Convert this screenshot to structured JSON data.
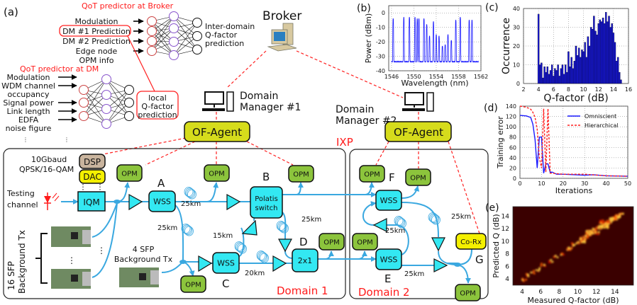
{
  "panel_labels": {
    "a": "(a)",
    "b": "(b)",
    "c": "(c)",
    "d": "(d)",
    "e": "(e)"
  },
  "broker_predictor": {
    "title": "QoT predictor at Broker",
    "inputs": [
      "Modulation",
      "DM #1 Prediction",
      "DM #2 Prediction",
      "Edge node",
      "OPM info"
    ],
    "output": [
      "Inter-domain",
      "Q-factor",
      "prediction"
    ]
  },
  "dm_predictor": {
    "title": "QoT predictor at DM",
    "inputs": [
      "Modulation",
      "WDM channel",
      "occupancy",
      "Signal power",
      "Link length",
      "EDFA",
      "noise figure"
    ],
    "output": [
      "local",
      "Q-factor",
      "prediction"
    ],
    "more": "⋮"
  },
  "broker": {
    "label": "Broker",
    "icon": "computer-icon"
  },
  "domain_manager_1": {
    "line1": "Domain",
    "line2": "Manager #1",
    "icon": "computer-icon"
  },
  "domain_manager_2": {
    "line1": "Domain",
    "line2": "Manager #2",
    "icon": "computer-icon"
  },
  "of_agent": "OF-Agent",
  "ixp": "IXP",
  "domain1": "Domain 1",
  "domain2": "Domain 2",
  "transmitter": {
    "format_line1": "10Gbaud",
    "format_line2": "QPSK/16-QAM",
    "dsp": "DSP",
    "dac": "DAC",
    "iqm": "IQM",
    "testing_line1": "Testing",
    "testing_line2": "channel",
    "sfp16_line1": "16 SFP",
    "sfp16_line2": "Background Tx",
    "sfp4_line1": "4 SFP",
    "sfp4_line2": "Background Tx",
    "dots": "⋮"
  },
  "nodes": {
    "A": "A",
    "B": "B",
    "C": "C",
    "D": "D",
    "E": "E",
    "F": "F",
    "G": "G"
  },
  "devices": {
    "wss": "WSS",
    "opm": "OPM",
    "polatis_line1": "Polatis",
    "polatis_line2": "switch",
    "coupler": "2x1",
    "corx": "Co-Rx"
  },
  "spans": {
    "ab": "25km",
    "ac": "25km",
    "bd": "25km",
    "cb": "15km",
    "cd": "20km",
    "ef": "25km",
    "eg": "25km",
    "fg": "25km"
  },
  "colors": {
    "fiber": "#3aa8e0",
    "control": "#ff2020",
    "device": "#33e8f2",
    "opm": "#8cc43c",
    "agent": "#d6dc1c",
    "dac": "#f4f000",
    "dsp": "#c9b49e",
    "series_blue": "#1a1aff",
    "series_red": "#ff2020"
  },
  "chart_data": [
    {
      "id": "b",
      "type": "line",
      "xlabel": "Wavelength (nm)",
      "ylabel": "Power (dBm)",
      "xlim": [
        1545.5,
        1562
      ],
      "ylim": [
        -40,
        5
      ],
      "xticks": [
        1546,
        1550,
        1554,
        1558,
        1562
      ],
      "yticks": [
        0,
        -10,
        -20,
        -30,
        -40
      ],
      "grid": true,
      "baseline_dBm": -34,
      "peaks": [
        [
          1546.3,
          -4
        ],
        [
          1548.2,
          -3
        ],
        [
          1549.2,
          -3
        ],
        [
          1550.2,
          -3
        ],
        [
          1550.6,
          -4
        ],
        [
          1550.9,
          -4
        ],
        [
          1551.8,
          -4
        ],
        [
          1552.3,
          -8
        ],
        [
          1552.8,
          -16
        ],
        [
          1553.5,
          -6
        ],
        [
          1554.0,
          -15
        ],
        [
          1554.5,
          -16
        ],
        [
          1555.1,
          -23
        ],
        [
          1555.6,
          -22
        ],
        [
          1556.1,
          -15
        ],
        [
          1556.7,
          -19
        ],
        [
          1557.5,
          -5
        ],
        [
          1558.3,
          -3
        ],
        [
          1559.9,
          -5
        ],
        [
          1560.4,
          -5
        ]
      ]
    },
    {
      "id": "c",
      "type": "bar",
      "xlabel": "Q-factor (dB)",
      "ylabel": "Occurrence",
      "xlim": [
        2,
        16
      ],
      "ylim": [
        0,
        40
      ],
      "xticks": [
        2,
        4,
        6,
        8,
        10,
        12,
        14,
        16
      ],
      "yticks": [
        0,
        10,
        20,
        30,
        40
      ],
      "grid": true,
      "bin_start": 3.9,
      "bin_width": 0.2,
      "values": [
        37,
        10,
        11,
        3,
        9,
        6,
        9,
        5,
        7,
        10,
        4,
        8,
        7,
        10,
        4,
        8,
        10,
        5,
        10,
        6,
        17,
        9,
        14,
        8,
        12,
        20,
        15,
        19,
        14,
        18,
        17,
        22,
        14,
        25,
        20,
        30,
        29,
        36,
        28,
        26,
        32,
        34,
        33,
        35,
        32,
        38,
        33,
        36,
        30,
        32,
        27,
        22,
        12,
        14,
        6,
        2
      ]
    },
    {
      "id": "d",
      "type": "line",
      "xlabel": "Iterations",
      "ylabel": "Training error",
      "xlim": [
        0,
        50
      ],
      "ylim": [
        0,
        140
      ],
      "xticks": [
        0,
        10,
        20,
        30,
        40,
        50
      ],
      "yticks": [
        0,
        20,
        40,
        60,
        80,
        100,
        120,
        140
      ],
      "grid": true,
      "legend": "top-right",
      "series": [
        {
          "name": "Omniscient",
          "style": "solid",
          "x": [
            0,
            3,
            5,
            6,
            7,
            8,
            9,
            10,
            11,
            12,
            13,
            14,
            15,
            17,
            20,
            30,
            34,
            40,
            50
          ],
          "y": [
            122,
            121,
            118,
            105,
            75,
            20,
            80,
            80,
            10,
            28,
            28,
            12,
            12,
            8,
            8,
            6,
            7,
            5,
            4
          ]
        },
        {
          "name": "Hierarchical",
          "style": "dashed",
          "x": [
            0,
            3,
            5,
            6,
            7,
            8,
            9,
            10,
            11,
            12,
            13,
            14,
            15,
            17,
            20,
            30,
            40,
            50
          ],
          "y": [
            140,
            138,
            134,
            128,
            118,
            95,
            40,
            20,
            135,
            12,
            135,
            10,
            10,
            9,
            8,
            8,
            5,
            4
          ]
        }
      ]
    },
    {
      "id": "e",
      "type": "heatmap",
      "xlabel": "Measured Q-factor (dB)",
      "ylabel": "Predicted Q (dB)",
      "xlim": [
        3,
        16
      ],
      "ylim": [
        3,
        15.5
      ],
      "xticks": [
        4,
        6,
        8,
        10,
        12,
        14
      ],
      "yticks": [
        4,
        6,
        8,
        10,
        12,
        14
      ],
      "points": [
        [
          4.0,
          4.0
        ],
        [
          4.1,
          4.2
        ],
        [
          4.6,
          4.7
        ],
        [
          5.1,
          5.2
        ],
        [
          5.6,
          5.6
        ],
        [
          6.2,
          6.3
        ],
        [
          7.0,
          7.0
        ],
        [
          7.6,
          7.6
        ],
        [
          8.2,
          8.2
        ],
        [
          8.7,
          8.8
        ],
        [
          9.0,
          9.0
        ],
        [
          9.5,
          9.6
        ],
        [
          10.0,
          10.0
        ],
        [
          10.4,
          10.6
        ],
        [
          10.8,
          10.9
        ],
        [
          11.2,
          11.3
        ],
        [
          11.5,
          11.6
        ],
        [
          11.8,
          11.9
        ],
        [
          12.1,
          12.3
        ],
        [
          12.4,
          12.4
        ],
        [
          12.7,
          12.7
        ],
        [
          13.0,
          13.0
        ],
        [
          13.3,
          13.2
        ],
        [
          13.6,
          13.6
        ],
        [
          13.9,
          13.8
        ],
        [
          14.2,
          14.1
        ],
        [
          14.6,
          14.3
        ],
        [
          12.0,
          11.5
        ],
        [
          11.0,
          11.6
        ],
        [
          13.0,
          12.4
        ],
        [
          12.5,
          13.2
        ],
        [
          10.5,
          10.2
        ]
      ]
    }
  ]
}
